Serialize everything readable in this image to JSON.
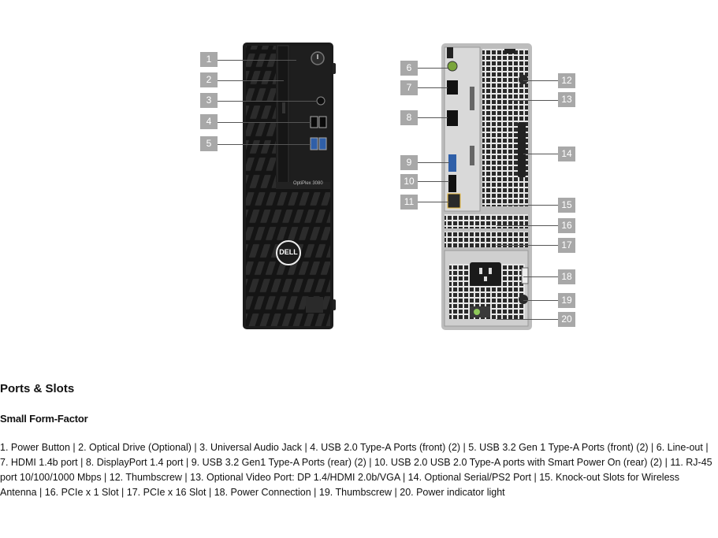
{
  "figure": {
    "front_model_label": "OptiPlex 3080",
    "logo_text": "DELL",
    "callouts": [
      "1",
      "2",
      "3",
      "4",
      "5",
      "6",
      "7",
      "8",
      "9",
      "10",
      "11",
      "12",
      "13",
      "14",
      "15",
      "16",
      "17",
      "18",
      "19",
      "20"
    ]
  },
  "heading": "Ports & Slots",
  "subheading": "Small Form-Factor",
  "legend_text": "1. Power Button | 2. Optical Drive (Optional) | 3. Universal Audio Jack | 4. USB 2.0 Type-A Ports (front) (2) | 5. USB 3.2 Gen 1 Type-A Ports (front) (2) | 6. Line-out | 7. HDMI 1.4b port | 8. DisplayPort 1.4 port | 9. USB 3.2 Gen1 Type-A Ports (rear) (2) | 10. USB 2.0 USB 2.0 Type-A ports with Smart Power On (rear) (2) | 11. RJ-45 port 10/100/1000 Mbps | 12. Thumbscrew | 13. Optional Video Port: DP 1.4/HDMI 2.0b/VGA | 14. Optional Serial/PS2 Port | 15. Knock-out Slots for Wireless Antenna | 16. PCIe x 1 Slot | 17. PCIe x 16 Slot | 18. Power Connection | 19. Thumbscrew | 20. Power indicator light"
}
